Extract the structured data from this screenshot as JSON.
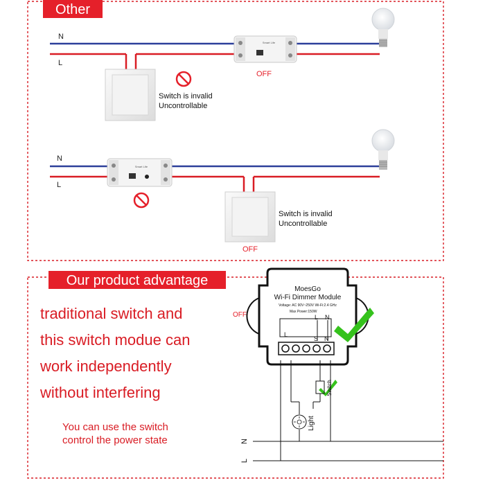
{
  "top": {
    "header": "Other",
    "diagram1": {
      "wire_n": "N",
      "wire_l": "L",
      "status_text": "Switch is invalid",
      "status_text2": "Uncontrollable",
      "off_label": "OFF",
      "module_label": "Smart Life"
    },
    "diagram2": {
      "wire_n": "N",
      "wire_l": "L",
      "status_text": "Switch is invalid",
      "status_text2": "Uncontrollable",
      "off_label": "OFF",
      "module_label": "Smart Life"
    }
  },
  "bottom": {
    "header": "Our product advantage",
    "lines": [
      "traditional switch and",
      "this switch modue can",
      "work independently",
      "without interfering"
    ],
    "note_line1": "You can use the switch",
    "note_line2": "control the power state",
    "off_label": "OFF",
    "module": {
      "brand": "MoesGo",
      "title": "Wi-Fi Dimmer Module",
      "spec1": "Voltage: AC 90V~250V   Wi-Fi:2.4 GHz",
      "spec2": "Max Power:150W",
      "term_l": "L",
      "term_n": "N",
      "term_s": "S",
      "term_n2": "N",
      "term_l2": "L"
    },
    "switch_label": "Switch",
    "light_label": "Light",
    "wire_n": "N",
    "wire_l": "L"
  },
  "colors": {
    "accent_red": "#e5202a",
    "wire_blue": "#2c3f9a",
    "wire_red": "#d91c24",
    "check_green": "#35c21c"
  }
}
